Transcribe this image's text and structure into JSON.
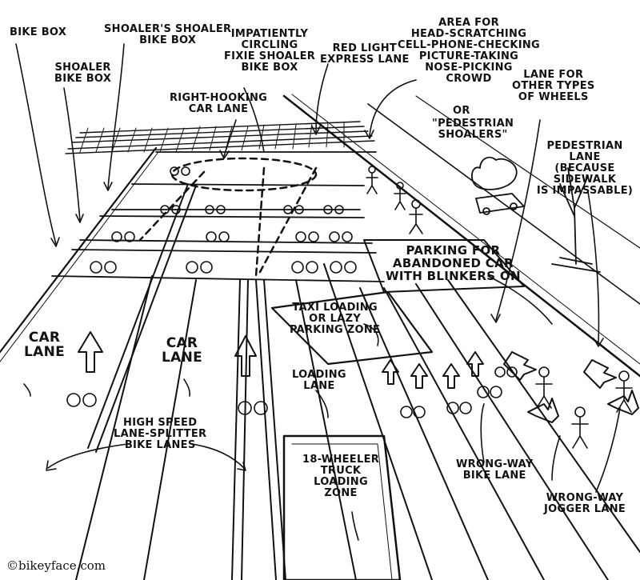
{
  "labels": {
    "bike_box": "BIKE BOX",
    "shoalers_shoaler_bike_box": "SHOALER'S SHOALER\nBIKE BOX",
    "impatiently_circling": "IMPATIENTLY\nCIRCLING\nFIXIE SHOALER\nBIKE BOX",
    "red_light_express": "RED LIGHT\nEXPRESS LANE",
    "area_for_crowd": "AREA FOR\nHEAD-SCRATCHING\nCELL-PHONE-CHECKING\nPICTURE-TAKING\nNOSE-PICKING\nCROWD",
    "or": "OR",
    "pedestrian_shoalers": "\"PEDESTRIAN\nSHOALERS\"",
    "shoaler_bike_box": "SHOALER\nBIKE BOX",
    "right_hooking": "RIGHT-HOOKING\nCAR LANE",
    "lane_other_wheels": "LANE FOR\nOTHER TYPES\nOF WHEELS",
    "pedestrian_lane": "PEDESTRIAN LANE\n(BECAUSE SIDEWALK\nIS IMPASSABLE)",
    "parking_abandoned": "PARKING FOR\nABANDONED CAR\nWITH BLINKERS ON",
    "car_lane_left": "CAR\nLANE",
    "car_lane_mid": "CAR\nLANE",
    "taxi_loading": "TAXI LOADING\nOR LAZY\nPARKING ZONE",
    "loading_lane": "LOADING\nLANE",
    "high_speed": "HIGH SPEED\nLANE-SPLITTER\nBIKE LANES",
    "truck_zone": "18-WHEELER\nTRUCK\nLOADING\nZONE",
    "wrong_way_bike": "WRONG-WAY\nBIKE LANE",
    "wrong_way_jogger": "WRONG-WAY\nJOGGER LANE"
  },
  "credit": "©bikeyface.com"
}
